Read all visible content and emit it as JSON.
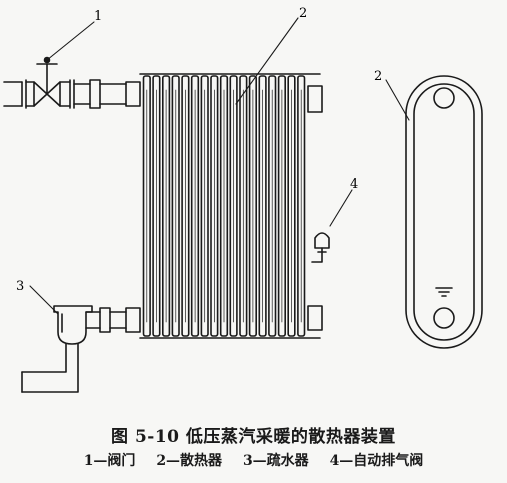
{
  "figure": {
    "caption": "图 5-10   低压蒸汽采暖的散热器装置",
    "legend": [
      "1—阀门",
      "2—散热器",
      "3—疏水器",
      "4—自动排气阀"
    ],
    "callouts": {
      "valve": "1",
      "radiator": "2",
      "section_view": "2",
      "steam_trap": "3",
      "air_vent": "4"
    }
  }
}
